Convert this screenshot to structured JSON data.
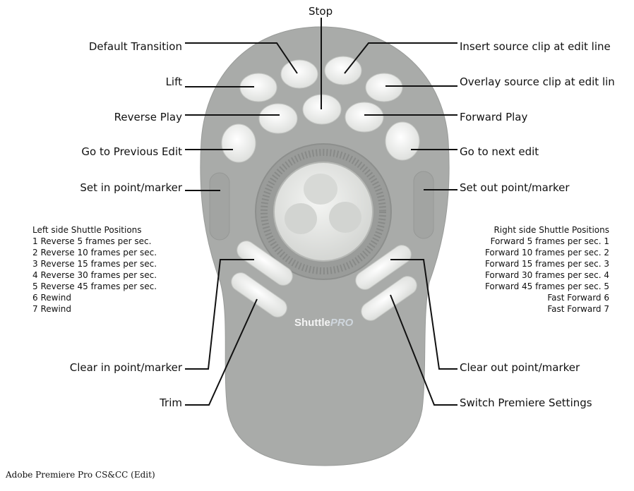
{
  "labels": {
    "stop": "Stop",
    "default_transition": "Default Transition",
    "insert_source": "Insert source clip at edit line",
    "lift": "Lift",
    "overlay_source": "Overlay source clip at edit lin",
    "reverse_play": "Reverse Play",
    "forward_play": "Forward Play",
    "prev_edit": "Go to Previous Edit",
    "next_edit": "Go to next edit",
    "set_in": "Set in point/marker",
    "set_out": "Set out point/marker",
    "clear_in": "Clear in point/marker",
    "clear_out": "Clear out point/marker",
    "trim": "Trim",
    "switch_settings": "Switch Premiere Settings"
  },
  "left_shuttle": {
    "title": "Left side Shuttle Positions",
    "rows": [
      "1  Reverse 5 frames per sec.",
      "2  Reverse 10 frames per sec.",
      "3  Reverse 15 frames per sec.",
      "4  Reverse 30 frames per sec.",
      "5  Reverse 45 frames per sec.",
      "6  Rewind",
      "7  Rewind"
    ]
  },
  "right_shuttle": {
    "title": "Right side Shuttle Positions",
    "rows": [
      "Forward 5 frames per sec.  1",
      "Forward 10 frames per sec.  2",
      "Forward 15 frames per sec.  3",
      "Forward 30 frames per sec.  4",
      "Forward 45 frames per sec.  5",
      "Fast Forward  6",
      "Fast Forward  7"
    ]
  },
  "device": {
    "logo_text": "Shuttle",
    "logo_accent": "PRO",
    "body_color": "#a9aba9",
    "button_color": "#e9ebe8"
  },
  "footer": "Adobe Premiere Pro CS&CC (Edit)"
}
